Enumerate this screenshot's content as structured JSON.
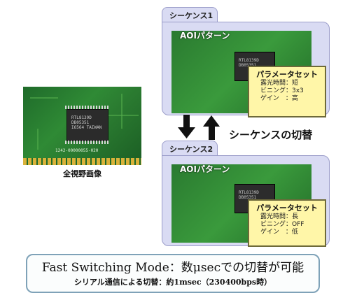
{
  "full_view": {
    "caption": "全視野画像",
    "chip_text": "RTL8139D\nDB05351\nI6564 TAIWAN",
    "board_label": "1242-00000055-020"
  },
  "sequence1": {
    "tab": "シーケンス1",
    "roi_label": "AOIパターン",
    "param_title": "パラメータセット",
    "params": [
      "露光時間：短",
      "ビニング：3x3",
      "ゲイン　：高"
    ]
  },
  "sequence2": {
    "tab": "シーケンス2",
    "roi_label": "AOIパターン",
    "param_title": "パラメータセット",
    "params": [
      "露光時間：長",
      "ビニング：OFF",
      "ゲイン　：低"
    ]
  },
  "switch_label": "シーケンスの切替",
  "footer": {
    "main": "Fast Switching Mode：数μsecでの切替が可能",
    "sub": "シリアル通信による切替：約1msec（230400bps時）"
  },
  "colors": {
    "folder": "#d9dbf3",
    "param_box": "#fff6a8",
    "pcb_green": "#2a7a30",
    "frame": "#7fa2b8"
  }
}
